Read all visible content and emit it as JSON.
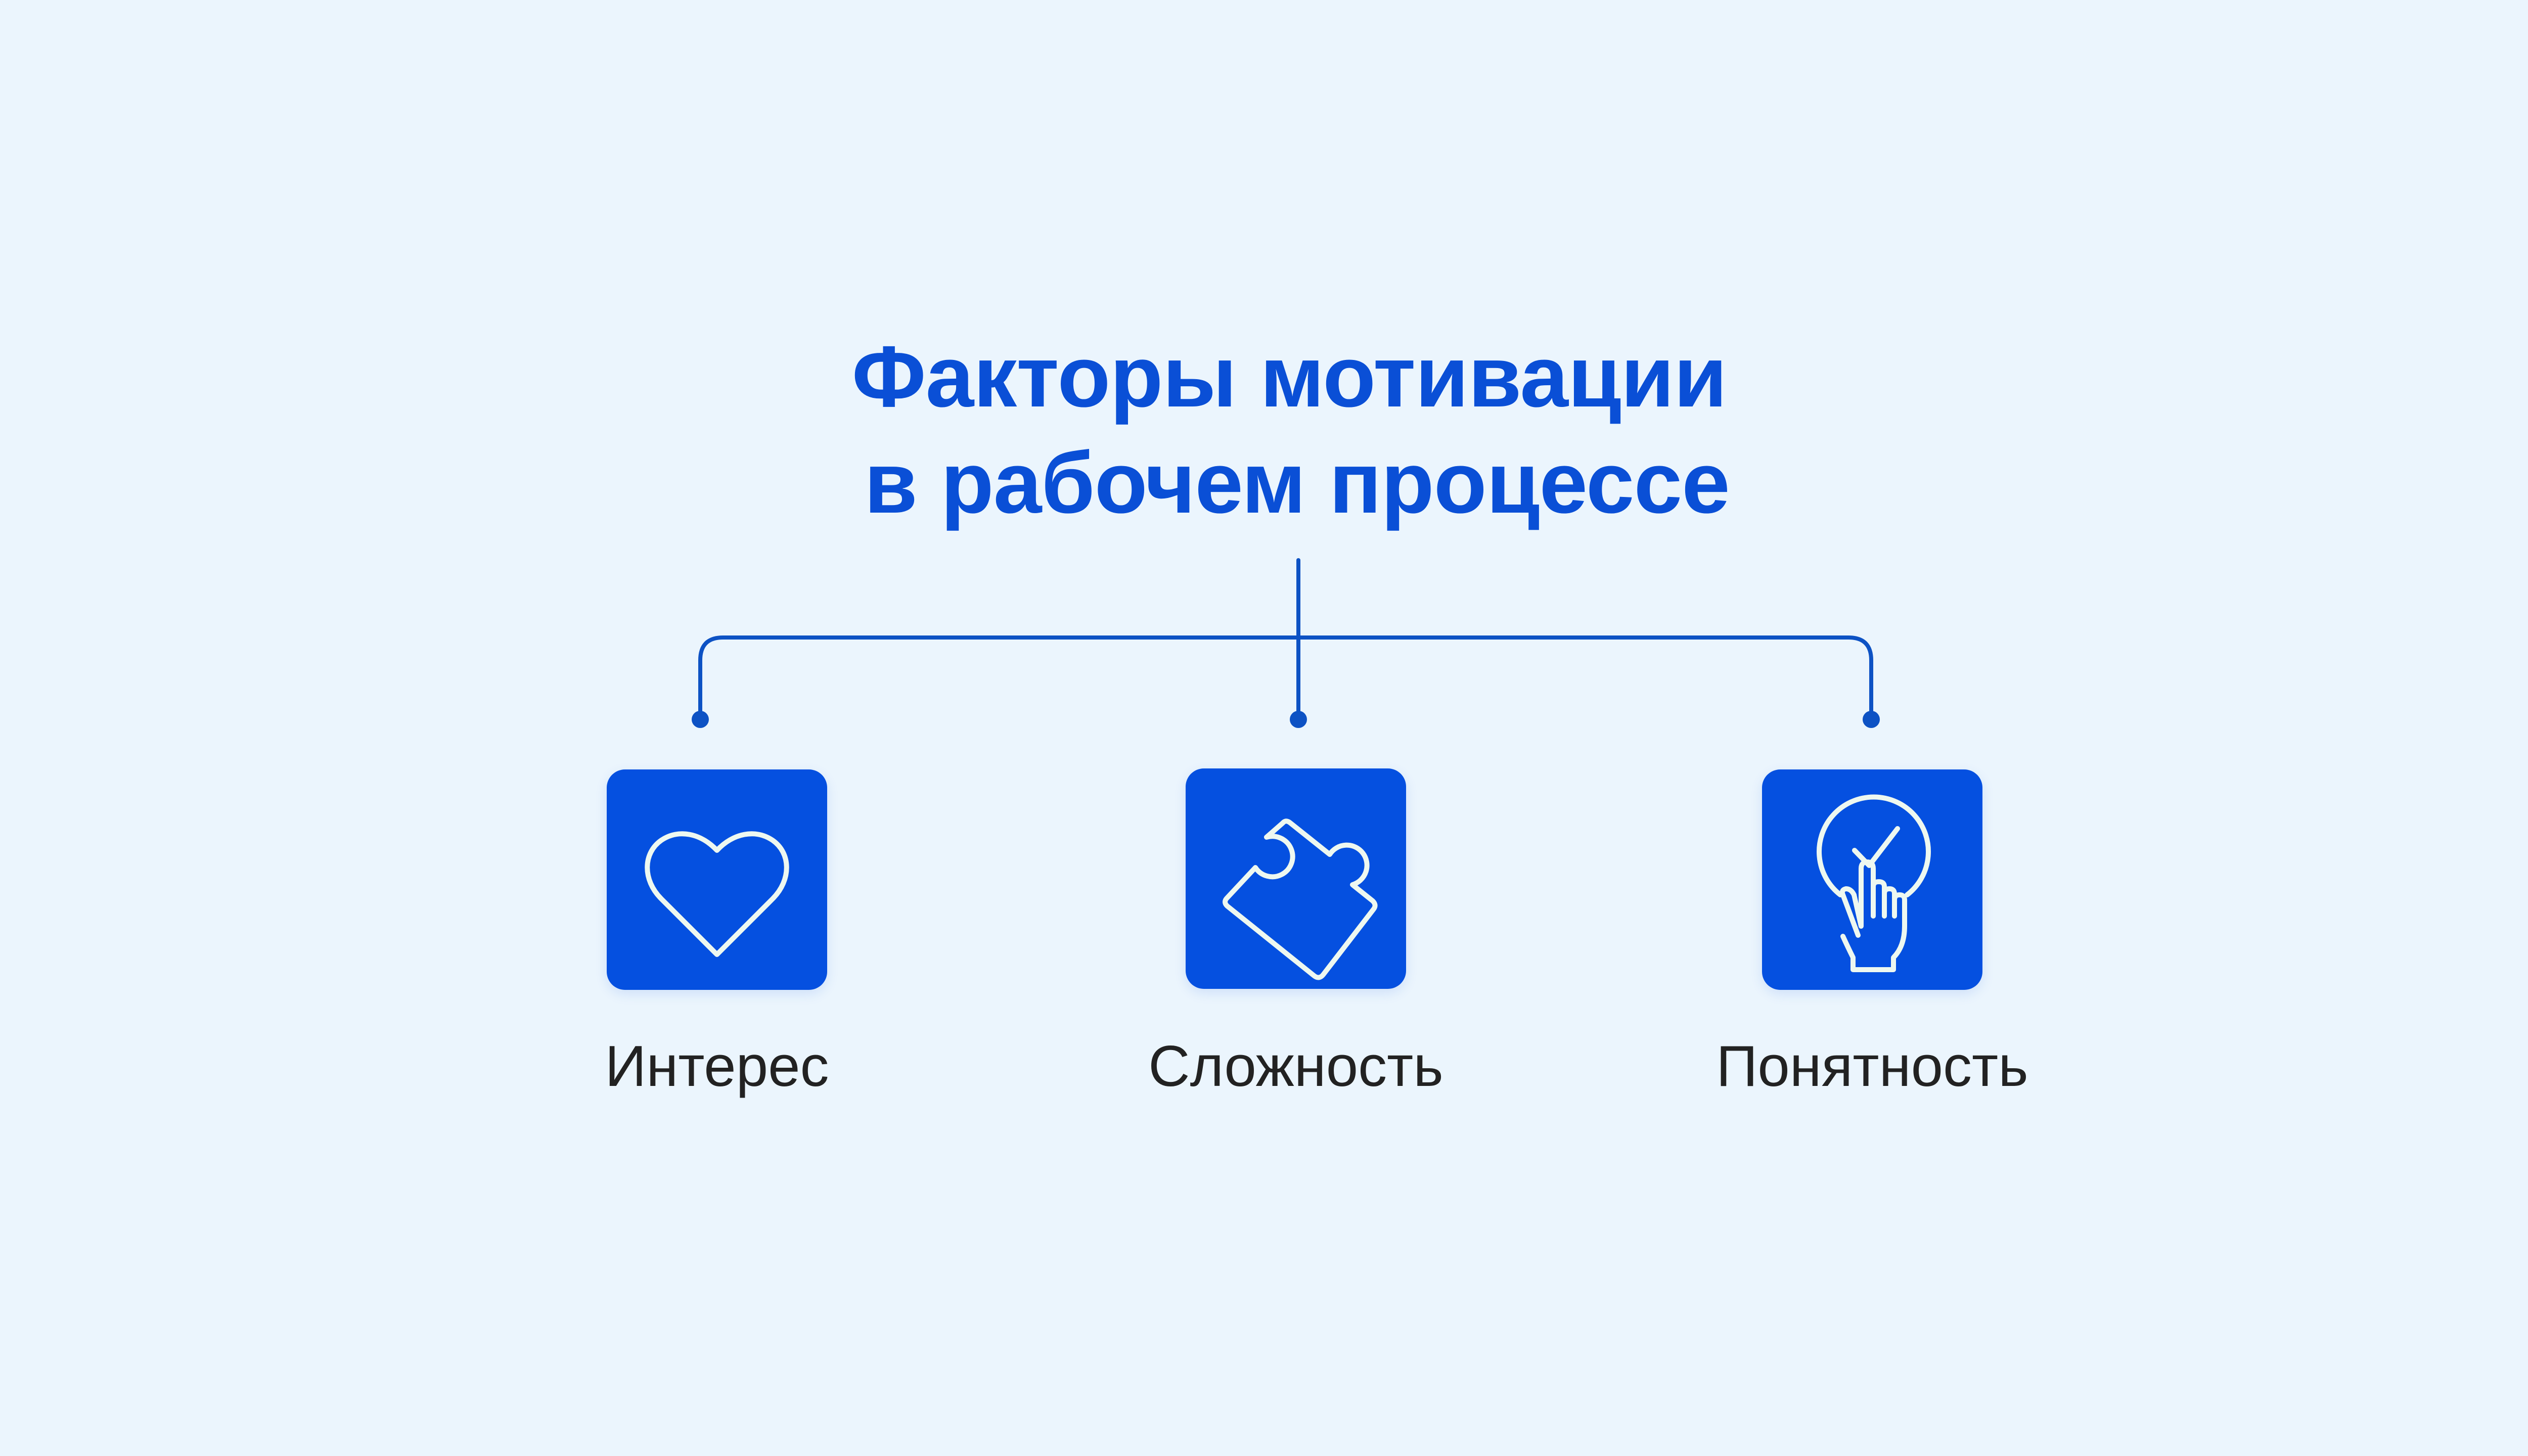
{
  "title": {
    "line1": "Факторы мотивации",
    "line2": "в рабочем процессе"
  },
  "colors": {
    "background": "#ebf5fd",
    "accent": "#0550e0",
    "title": "#0a4fd6",
    "connector": "#0d52c4",
    "label": "#222222"
  },
  "factors": [
    {
      "label": "Интерес",
      "icon": "heart-icon"
    },
    {
      "label": "Сложность",
      "icon": "puzzle-piece-icon"
    },
    {
      "label": "Понятность",
      "icon": "lightbulb-hand-check-icon"
    }
  ]
}
